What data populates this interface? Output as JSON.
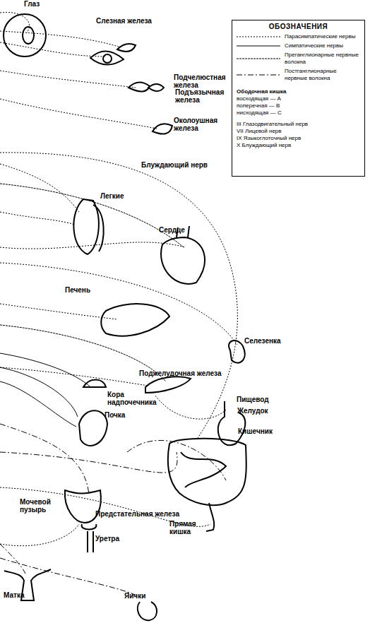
{
  "diagram": {
    "nodes": [
      {
        "text": [
          "ОБОЗНАЧЕНИЯ",
          "Ободочная кишка",
          "восходящая — A",
          "поперечная — B",
          "нисходящая — C",
          "III Глазодвигательный нерв",
          "VII Лицевой нерв",
          "IX Языкоглоточный нерв",
          "X Блуждающий нерв"
        ]
      }
    ],
    "edges": [],
    "labels": [
      "Глаз",
      "Слезная железа",
      "Подчелюстная железа",
      "Подъязычная железа",
      "Околоушная железа",
      "Блуждающий нерв",
      "Легкие",
      "Сердце",
      "Печень",
      "Селезенка",
      "Поджелудочная железа",
      "Кора надпочечника",
      "Почка",
      "Пищевод",
      "Желудок",
      "Кишечник",
      "Мочевой пузырь",
      "Предстательная железа",
      "Уретра",
      "Прямая кишка",
      "Матка",
      "Яички"
    ],
    "legend": [
      {
        "text": "Парасимпатические нервы"
      },
      {
        "text": "Симпатические нервы"
      },
      {
        "text": "Преганглионарные нервные волокна"
      },
      {
        "text": "Постганглионарные нервные волокна"
      }
    ]
  }
}
